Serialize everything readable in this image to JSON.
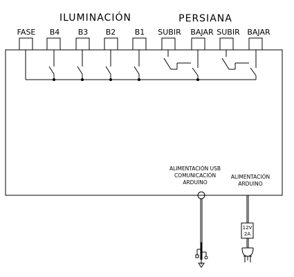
{
  "headings": {
    "lighting": "ILUMINACIÓN",
    "blinds": "PERSIANA"
  },
  "terminals": {
    "fase": "FASE",
    "b4": "B4",
    "b3": "B3",
    "b2": "B2",
    "b1": "B1",
    "subir_1": "SUBIR",
    "bajar_1": "BAJAR",
    "subir_2": "SUBIR",
    "bajar_2": "BAJAR"
  },
  "usb_port": {
    "line1": "ALIMENTACIÓN USB",
    "line2": "COMUNICACIÓN",
    "line3": "ARDUINO"
  },
  "power_input": {
    "line1": "ALIMENTACIÓN",
    "line2": "ARDUINO"
  },
  "adapter": {
    "voltage": "12V",
    "current": "2A"
  }
}
